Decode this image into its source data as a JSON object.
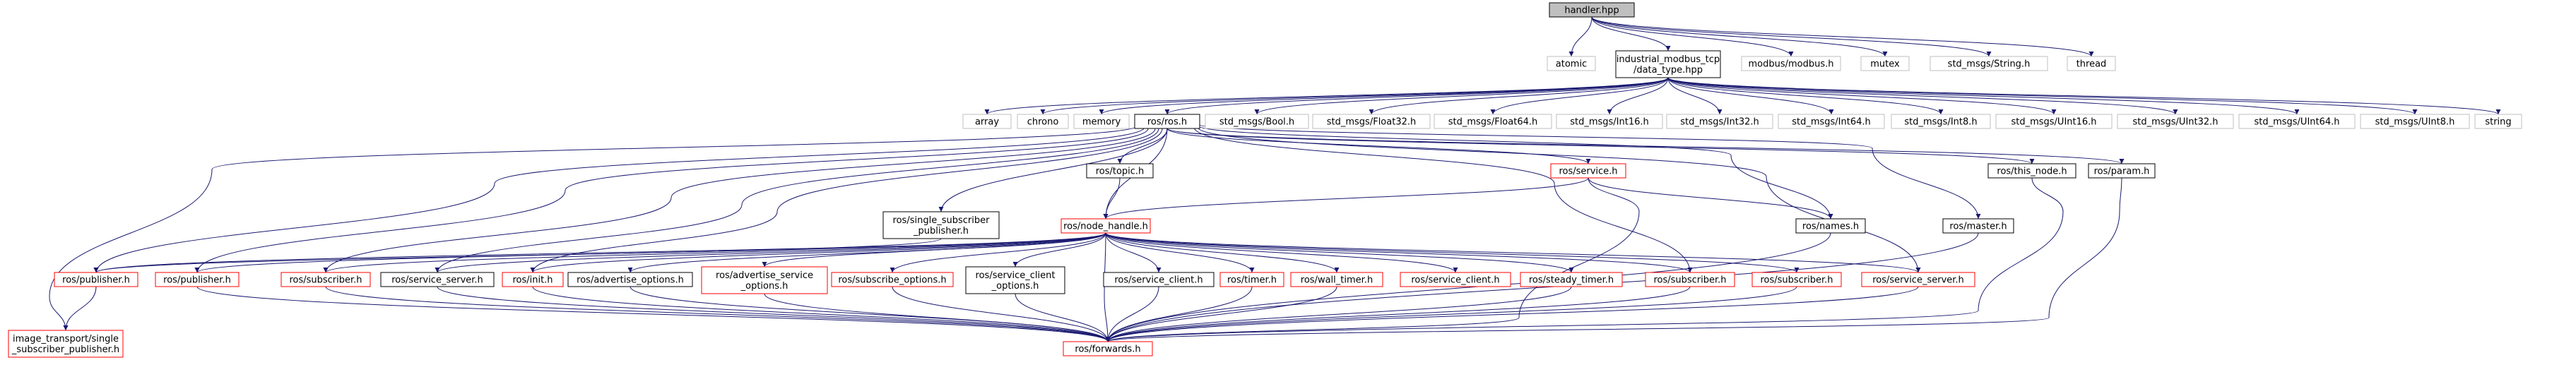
{
  "graph": {
    "root": "handler.hpp",
    "nodes": [
      {
        "id": "handler",
        "label": [
          "handler.hpp"
        ],
        "style": "root"
      },
      {
        "id": "atomic",
        "label": [
          "atomic"
        ],
        "style": "plain"
      },
      {
        "id": "idt",
        "label": [
          "industrial_modbus_tcp",
          "/data_type.hpp"
        ],
        "style": "black"
      },
      {
        "id": "modbus",
        "label": [
          "modbus/modbus.h"
        ],
        "style": "plain"
      },
      {
        "id": "mutex",
        "label": [
          "mutex"
        ],
        "style": "plain"
      },
      {
        "id": "stdstring",
        "label": [
          "std_msgs/String.h"
        ],
        "style": "plain"
      },
      {
        "id": "thread",
        "label": [
          "thread"
        ],
        "style": "plain"
      },
      {
        "id": "array",
        "label": [
          "array"
        ],
        "style": "plain"
      },
      {
        "id": "chrono",
        "label": [
          "chrono"
        ],
        "style": "plain"
      },
      {
        "id": "memory",
        "label": [
          "memory"
        ],
        "style": "plain"
      },
      {
        "id": "rosros",
        "label": [
          "ros/ros.h"
        ],
        "style": "black"
      },
      {
        "id": "bool",
        "label": [
          "std_msgs/Bool.h"
        ],
        "style": "plain"
      },
      {
        "id": "f32",
        "label": [
          "std_msgs/Float32.h"
        ],
        "style": "plain"
      },
      {
        "id": "f64",
        "label": [
          "std_msgs/Float64.h"
        ],
        "style": "plain"
      },
      {
        "id": "i16",
        "label": [
          "std_msgs/Int16.h"
        ],
        "style": "plain"
      },
      {
        "id": "i32",
        "label": [
          "std_msgs/Int32.h"
        ],
        "style": "plain"
      },
      {
        "id": "i64",
        "label": [
          "std_msgs/Int64.h"
        ],
        "style": "plain"
      },
      {
        "id": "i8",
        "label": [
          "std_msgs/Int8.h"
        ],
        "style": "plain"
      },
      {
        "id": "u16",
        "label": [
          "std_msgs/UInt16.h"
        ],
        "style": "plain"
      },
      {
        "id": "u32",
        "label": [
          "std_msgs/UInt32.h"
        ],
        "style": "plain"
      },
      {
        "id": "u64",
        "label": [
          "std_msgs/UInt64.h"
        ],
        "style": "plain"
      },
      {
        "id": "u8",
        "label": [
          "std_msgs/UInt8.h"
        ],
        "style": "plain"
      },
      {
        "id": "string",
        "label": [
          "string"
        ],
        "style": "plain"
      },
      {
        "id": "topic",
        "label": [
          "ros/topic.h"
        ],
        "style": "black"
      },
      {
        "id": "service",
        "label": [
          "ros/service.h"
        ],
        "style": "red"
      },
      {
        "id": "thisnode",
        "label": [
          "ros/this_node.h"
        ],
        "style": "black"
      },
      {
        "id": "param",
        "label": [
          "ros/param.h"
        ],
        "style": "black"
      },
      {
        "id": "singlesub",
        "label": [
          "ros/single_subscriber",
          "_publisher.h"
        ],
        "style": "black"
      },
      {
        "id": "nodehandle",
        "label": [
          "ros/node_handle.h"
        ],
        "style": "red"
      },
      {
        "id": "names",
        "label": [
          "ros/names.h"
        ],
        "style": "black"
      },
      {
        "id": "master",
        "label": [
          "ros/master.h"
        ],
        "style": "black"
      },
      {
        "id": "pub1",
        "label": [
          "ros/publisher.h"
        ],
        "style": "red"
      },
      {
        "id": "pub2",
        "label": [
          "ros/publisher.h"
        ],
        "style": "red"
      },
      {
        "id": "sub1",
        "label": [
          "ros/subscriber.h"
        ],
        "style": "red"
      },
      {
        "id": "servsrv1",
        "label": [
          "ros/service_server.h"
        ],
        "style": "black"
      },
      {
        "id": "init",
        "label": [
          "ros/init.h"
        ],
        "style": "red"
      },
      {
        "id": "advopt",
        "label": [
          "ros/advertise_options.h"
        ],
        "style": "black"
      },
      {
        "id": "advsrvopt",
        "label": [
          "ros/advertise_service",
          "_options.h"
        ],
        "style": "red"
      },
      {
        "id": "subopt",
        "label": [
          "ros/subscribe_options.h"
        ],
        "style": "red"
      },
      {
        "id": "srvclientopt",
        "label": [
          "ros/service_client",
          "_options.h"
        ],
        "style": "black"
      },
      {
        "id": "srvclient1",
        "label": [
          "ros/service_client.h"
        ],
        "style": "black"
      },
      {
        "id": "timer",
        "label": [
          "ros/timer.h"
        ],
        "style": "red"
      },
      {
        "id": "walltimer",
        "label": [
          "ros/wall_timer.h"
        ],
        "style": "red"
      },
      {
        "id": "srvclient2",
        "label": [
          "ros/service_client.h"
        ],
        "style": "red"
      },
      {
        "id": "steadytimer",
        "label": [
          "ros/steady_timer.h"
        ],
        "style": "red"
      },
      {
        "id": "sub2",
        "label": [
          "ros/subscriber.h"
        ],
        "style": "red"
      },
      {
        "id": "sub3",
        "label": [
          "ros/subscriber.h"
        ],
        "style": "red"
      },
      {
        "id": "servsrv2",
        "label": [
          "ros/service_server.h"
        ],
        "style": "red"
      },
      {
        "id": "imgtransport",
        "label": [
          "image_transport/single",
          "_subscriber_publisher.h"
        ],
        "style": "red"
      },
      {
        "id": "forwards",
        "label": [
          "ros/forwards.h"
        ],
        "style": "red"
      }
    ],
    "edges": [
      [
        "handler",
        "atomic"
      ],
      [
        "handler",
        "idt"
      ],
      [
        "handler",
        "modbus"
      ],
      [
        "handler",
        "mutex"
      ],
      [
        "handler",
        "stdstring"
      ],
      [
        "handler",
        "thread"
      ],
      [
        "idt",
        "array"
      ],
      [
        "idt",
        "chrono"
      ],
      [
        "idt",
        "memory"
      ],
      [
        "idt",
        "rosros"
      ],
      [
        "idt",
        "bool"
      ],
      [
        "idt",
        "f32"
      ],
      [
        "idt",
        "f64"
      ],
      [
        "idt",
        "i16"
      ],
      [
        "idt",
        "i32"
      ],
      [
        "idt",
        "i64"
      ],
      [
        "idt",
        "i8"
      ],
      [
        "idt",
        "u16"
      ],
      [
        "idt",
        "u32"
      ],
      [
        "idt",
        "u64"
      ],
      [
        "idt",
        "u8"
      ],
      [
        "idt",
        "string"
      ],
      [
        "rosros",
        "topic"
      ],
      [
        "rosros",
        "service"
      ],
      [
        "rosros",
        "thisnode"
      ],
      [
        "rosros",
        "param"
      ],
      [
        "rosros",
        "singlesub"
      ],
      [
        "rosros",
        "nodehandle"
      ],
      [
        "rosros",
        "names"
      ],
      [
        "rosros",
        "master"
      ],
      [
        "rosros",
        "pub1"
      ],
      [
        "rosros",
        "pub2"
      ],
      [
        "rosros",
        "sub1"
      ],
      [
        "rosros",
        "servsrv1"
      ],
      [
        "rosros",
        "init"
      ],
      [
        "rosros",
        "sub2"
      ],
      [
        "rosros",
        "servsrv2"
      ],
      [
        "rosros",
        "imgtransport"
      ],
      [
        "topic",
        "nodehandle"
      ],
      [
        "service",
        "nodehandle"
      ],
      [
        "service",
        "names"
      ],
      [
        "service",
        "forwards"
      ],
      [
        "singlesub",
        "pub1"
      ],
      [
        "nodehandle",
        "pub1"
      ],
      [
        "nodehandle",
        "pub2"
      ],
      [
        "nodehandle",
        "sub1"
      ],
      [
        "nodehandle",
        "servsrv1"
      ],
      [
        "nodehandle",
        "init"
      ],
      [
        "nodehandle",
        "advopt"
      ],
      [
        "nodehandle",
        "advsrvopt"
      ],
      [
        "nodehandle",
        "subopt"
      ],
      [
        "nodehandle",
        "srvclientopt"
      ],
      [
        "nodehandle",
        "srvclient1"
      ],
      [
        "nodehandle",
        "timer"
      ],
      [
        "nodehandle",
        "walltimer"
      ],
      [
        "nodehandle",
        "srvclient2"
      ],
      [
        "nodehandle",
        "steadytimer"
      ],
      [
        "nodehandle",
        "sub2"
      ],
      [
        "nodehandle",
        "sub3"
      ],
      [
        "nodehandle",
        "servsrv2"
      ],
      [
        "nodehandle",
        "forwards"
      ],
      [
        "names",
        "forwards"
      ],
      [
        "master",
        "forwards"
      ],
      [
        "thisnode",
        "forwards"
      ],
      [
        "param",
        "forwards"
      ],
      [
        "pub1",
        "imgtransport"
      ],
      [
        "pub2",
        "forwards"
      ],
      [
        "sub1",
        "forwards"
      ],
      [
        "servsrv1",
        "forwards"
      ],
      [
        "init",
        "forwards"
      ],
      [
        "advopt",
        "forwards"
      ],
      [
        "advsrvopt",
        "forwards"
      ],
      [
        "subopt",
        "forwards"
      ],
      [
        "srvclientopt",
        "forwards"
      ],
      [
        "srvclient1",
        "forwards"
      ],
      [
        "timer",
        "forwards"
      ],
      [
        "walltimer",
        "forwards"
      ],
      [
        "steadytimer",
        "forwards"
      ],
      [
        "sub2",
        "forwards"
      ],
      [
        "sub3",
        "forwards"
      ],
      [
        "servsrv2",
        "forwards"
      ]
    ],
    "colors": {
      "edge": "#191970",
      "plain_border": "#bfbfbf",
      "black_border": "#000000",
      "red_border": "#ff0000",
      "root_fill": "#bfbfbf",
      "text": "#000000"
    }
  }
}
